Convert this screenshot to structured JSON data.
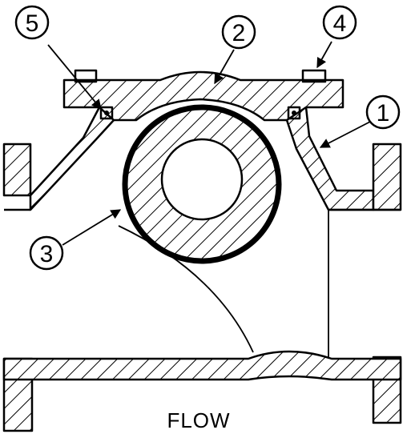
{
  "callouts": [
    {
      "id": "1",
      "label": "1"
    },
    {
      "id": "2",
      "label": "2"
    },
    {
      "id": "3",
      "label": "3"
    },
    {
      "id": "4",
      "label": "4"
    },
    {
      "id": "5",
      "label": "5"
    }
  ],
  "flow_label": "FLOW"
}
